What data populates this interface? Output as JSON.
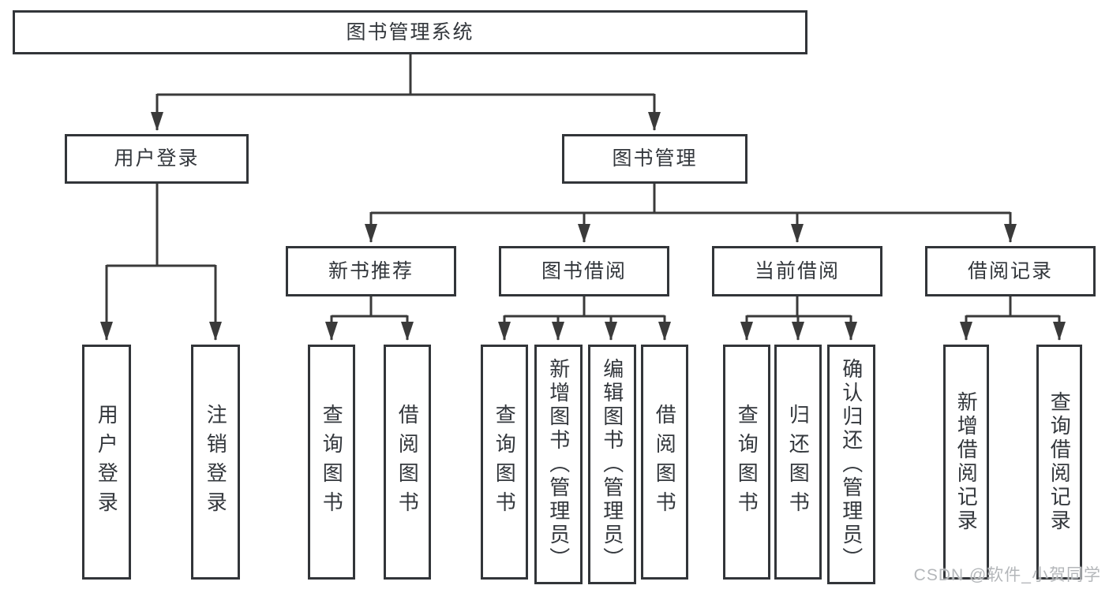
{
  "tree": {
    "root": "图书管理系统",
    "branches": [
      {
        "label": "用户登录",
        "leaves": [
          "用户登录",
          "注销登录"
        ]
      },
      {
        "label": "图书管理",
        "groups": [
          {
            "label": "新书推荐",
            "leaves": [
              "查询图书",
              "借阅图书"
            ]
          },
          {
            "label": "图书借阅",
            "leaves": [
              "查询图书",
              "新增图书（管理员）",
              "编辑图书（管理员）",
              "借阅图书"
            ]
          },
          {
            "label": "当前借阅",
            "leaves": [
              "查询图书",
              "归还图书",
              "确认归还（管理员）"
            ]
          },
          {
            "label": "借阅记录",
            "leaves": [
              "新增借阅记录",
              "查询借阅记录"
            ]
          }
        ]
      }
    ]
  },
  "watermark": "CSDN @软件_小贺同学",
  "colors": {
    "line": "#3a3a3a",
    "border": "#323539",
    "text": "#33373c",
    "watermark": "#b4b7ba",
    "background": "#ffffff"
  }
}
